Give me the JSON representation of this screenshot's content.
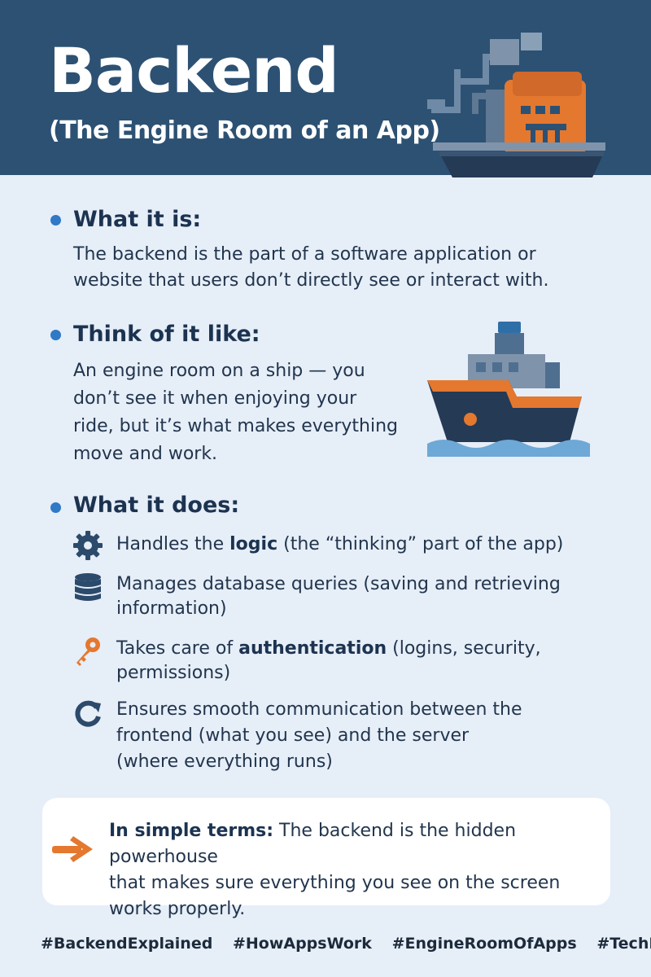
{
  "header": {
    "title": "Backend",
    "subtitle": "(The Engine Room of an App)"
  },
  "sections": {
    "what_it_is": {
      "heading": "What it is:",
      "text_line1": "The backend is the part of a software application or",
      "text_line2": "website that users don’t directly see or interact with."
    },
    "think_of_it": {
      "heading": "Think of it like:",
      "line1": "An engine room on a ship — you",
      "line2": "don’t see it when enjoying your",
      "line3": "ride, but it’s what makes everything",
      "line4": "move and work."
    },
    "what_it_does": {
      "heading": "What it does:",
      "items": [
        {
          "icon": "gear-icon",
          "pre": "Handles the ",
          "bold": "logic",
          "post": " (the “thinking” part of the app)"
        },
        {
          "icon": "database-icon",
          "line1": "Manages database queries (saving and retrieving",
          "line2": "information)"
        },
        {
          "icon": "key-icon",
          "pre": "Takes care of ",
          "bold": "authentication",
          "post": " (logins, security,",
          "line2": "permissions)"
        },
        {
          "icon": "refresh-icon",
          "line1": "Ensures smooth communication between the",
          "line2": "frontend (what you see) and the server",
          "line3": "(where everything runs)"
        }
      ]
    }
  },
  "callout": {
    "icon": "arrow-right-icon",
    "bold_lead": "In simple terms:",
    "rest_line1": " The backend is the hidden powerhouse",
    "line2": "that makes sure everything you see on the screen",
    "line3": "works properly."
  },
  "hashtags": [
    "#BackendExplained",
    "#HowAppsWork",
    "#EngineRoomOfApps",
    "#TechMadeSimpl"
  ],
  "colors": {
    "header_bg": "#2c5173",
    "page_bg": "#e6eef8",
    "accent_orange": "#e4782f",
    "bullet_blue": "#2f79c6",
    "navy": "#1c3350"
  }
}
